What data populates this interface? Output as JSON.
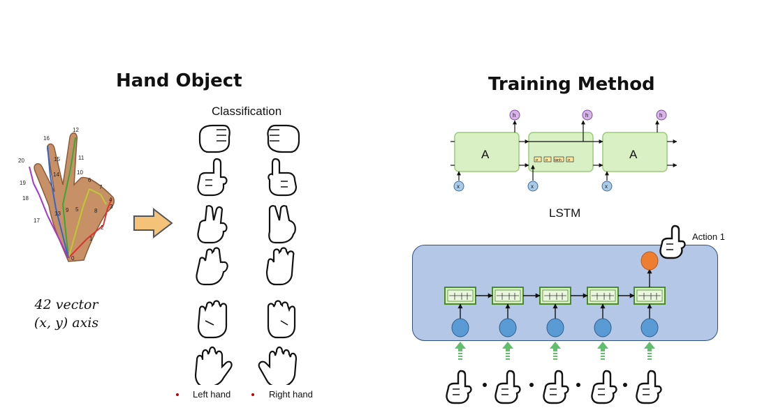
{
  "left": {
    "title": "Hand Object",
    "classification_label": "Classification",
    "vector_line1": "42 vector",
    "vector_line2": "(x, y) axis",
    "landmark_numbers": [
      "0",
      "1",
      "2",
      "3",
      "4",
      "5",
      "6",
      "7",
      "8",
      "9",
      "10",
      "11",
      "12",
      "13",
      "14",
      "15",
      "16",
      "17",
      "18",
      "19",
      "20"
    ],
    "legend_left": "Left hand",
    "legend_right": "Right hand",
    "arrow_color": "#f5c27a",
    "gesture_icons": [
      "fist-icon",
      "index-up-icon",
      "v-sign-icon",
      "three-fingers-icon",
      "four-fingers-icon",
      "open-palm-icon"
    ]
  },
  "right": {
    "title": "Training Method",
    "lstm_label": "LSTM",
    "cell_label": "A",
    "output_label": "h",
    "input_label": "x",
    "gate_labels": [
      "σ",
      "σ",
      "tanh",
      "σ"
    ],
    "action_label": "Action 1",
    "box_color": "#b4c7e7",
    "cell_color": "#d9f0c4",
    "output_node_color": "#ed7d31",
    "input_node_color": "#5b9bd5",
    "arrow_color": "#5fbf6a"
  }
}
